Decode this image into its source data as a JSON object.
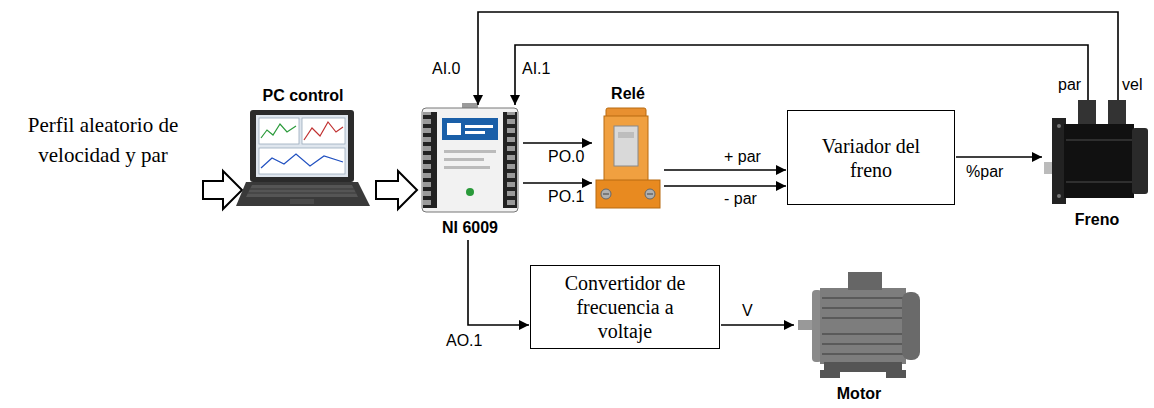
{
  "diagram": {
    "nodes": [
      {
        "text": [
          "PC control"
        ]
      },
      {
        "text": [
          "NI 6009"
        ]
      },
      {
        "text": [
          "Relé"
        ]
      },
      {
        "text": [
          "Variador del freno"
        ]
      },
      {
        "text": [
          "Freno"
        ]
      },
      {
        "text": [
          "Convertidor de frecuencia a voltaje"
        ]
      },
      {
        "text": [
          "Motor"
        ]
      }
    ],
    "edges": [
      {
        "from": 0,
        "to": 1,
        "arrow": "to"
      },
      {
        "from": 1,
        "to": 2,
        "label": "PO.0",
        "arrow": "to"
      },
      {
        "from": 1,
        "to": 2,
        "label": "PO.1",
        "arrow": "to"
      },
      {
        "from": 2,
        "to": 3,
        "label": "+ par",
        "arrow": "to"
      },
      {
        "from": 2,
        "to": 3,
        "label": "- par",
        "arrow": "to"
      },
      {
        "from": 3,
        "to": 4,
        "label": "%par",
        "arrow": "to"
      },
      {
        "from": 4,
        "to": 1,
        "label": "vel",
        "arrow": "to"
      },
      {
        "from": 4,
        "to": 1,
        "label": "par",
        "arrow": "to"
      },
      {
        "from": 1,
        "to": 5,
        "label": "AO.1",
        "arrow": "to"
      },
      {
        "from": 5,
        "to": 6,
        "label": "V",
        "arrow": "to"
      }
    ],
    "labels": [
      "Perfil aleatorio de velocidad y par",
      "AI.0",
      "AI.1"
    ]
  }
}
